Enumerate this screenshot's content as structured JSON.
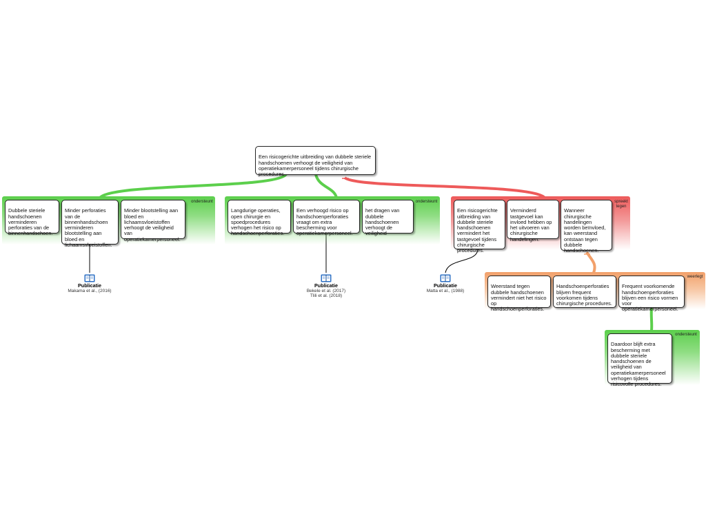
{
  "root": {
    "text": "Een risicogerichte uitbreiding van dubbele steriele handschoenen verhoogt de veiligheid van operatiekamerpersoneel tijdens chirurgische procedures"
  },
  "groups": {
    "support1": {
      "label": "ondersteunt",
      "nodes": [
        "Dubbele steriele handschoenen verminderen perforaties van de binnenhandschoen.",
        "Minder perforaties van de binnenhandschoen verminderen blootstelling aan bloed en lichaamsvloeistoffen.",
        "Minder blootstelling aan bloed en lichaamsvloeistoffen verhoogt de veiligheid van operatiekamerpersoneel."
      ]
    },
    "support2": {
      "label": "ondersteunt",
      "nodes": [
        "Langdurige operaties, open chirurgie en spoedprocedures verhogen het risico op handschoenperforaties.",
        "Een verhoogd risico op handschoenperforaties vraagt om extra bescherming voor operatiekamerpersoneel.",
        "het dragen van dubbele handschoenen verhoogt de veiligheid"
      ]
    },
    "oppose": {
      "label": "spreekt tegen",
      "nodes": [
        "Een risicogerichte uitbreiding van dubbele steriele handschoenen vermindert het tastgevoel tijdens chirurgische procedures.",
        "Verminderd tastgevoel kan invloed hebben op het uitvoeren van chirurgische handelingen.",
        "Wanneer chirurgische handelingen worden beïnvloed, kan weerstand ontstaan tegen dubbele handschoenen."
      ]
    },
    "rebut": {
      "label": "weerlegt",
      "nodes": [
        "Weerstand tegen dubbele handschoenen vermindert niet het risico op handschoenperforaties.",
        "Handschoenperforaties blijven frequent voorkomen tijdens chirurgische procedures.",
        "Frequent voorkomende handschoenperforaties blijven een risico vormen voor operatiekamerpersoneel."
      ]
    },
    "support3": {
      "label": "ondersteunt",
      "nodes": [
        "Daardoor blijft extra bescherming met dubbele steriele handschoenen de veiligheid van operatiekamerpersoneel verhogen tijdens risicovolle procedures."
      ]
    }
  },
  "publications": [
    {
      "title": "Publicatie",
      "refs": "Makama et al., (2016)"
    },
    {
      "title": "Publicatie",
      "refs": "Bekele et al. (2017)\nTlili et al. (2018)"
    },
    {
      "title": "Publicatie",
      "refs": "Matta et al., (1988)"
    }
  ],
  "colors": {
    "support": "#5ccf4c",
    "oppose": "#ee5a5a",
    "rebut": "#f2a06a"
  },
  "icons": [
    "book-icon"
  ]
}
